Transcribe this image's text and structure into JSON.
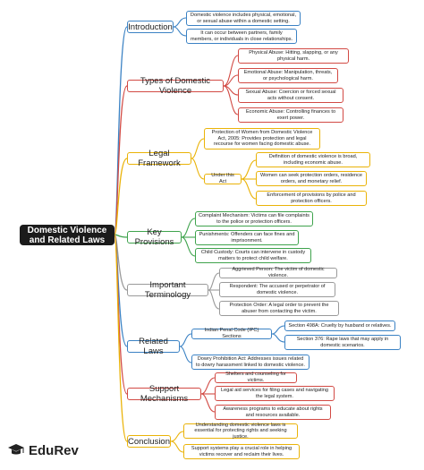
{
  "root": {
    "title": "Domestic Violence and Related Laws"
  },
  "colors": {
    "blue": "#3b82c4",
    "red": "#d24a44",
    "orange": "#eab308",
    "green": "#3fa34d",
    "gray": "#9a9a9a"
  },
  "branches": {
    "introduction": {
      "label": "Introduction",
      "items": [
        "Domestic violence includes physical, emotional, or sexual abuse within a domestic setting.",
        "It can occur between partners, family members, or individuals in close relationships."
      ]
    },
    "types": {
      "label": "Types of Domestic Violence",
      "items": [
        "Physical Abuse: Hitting, slapping, or any physical harm.",
        "Emotional Abuse: Manipulation, threats, or psychological harm.",
        "Sexual Abuse: Coercion or forced sexual acts without consent.",
        "Economic Abuse: Controlling finances to exert power."
      ]
    },
    "legal": {
      "label": "Legal Framework",
      "act": "Protection of Women from Domestic Violence Act, 2005: Provides protection and legal recourse for women facing domestic abuse.",
      "under_label": "Under this Act",
      "items": [
        "Definition of domestic violence is broad, including economic abuse.",
        "Women can seek protection orders, residence orders, and monetary relief.",
        "Enforcement of provisions by police and protection officers."
      ]
    },
    "provisions": {
      "label": "Key Provisions",
      "items": [
        "Complaint Mechanism: Victims can file complaints to the police or protection officers.",
        "Punishments: Offenders can face fines and imprisonment.",
        "Child Custody: Courts can intervene in custody matters to protect child welfare."
      ]
    },
    "terminology": {
      "label": "Important Terminology",
      "items": [
        "Aggrieved Person: The victim of domestic violence.",
        "Respondent: The accused or perpetrator of domestic violence.",
        "Protection Order: A legal order to prevent the abuser from contacting the victim."
      ]
    },
    "related": {
      "label": "Related Laws",
      "ipc": "Indian Penal Code (IPC) Sections",
      "ipc_items": [
        "Section 498A: Cruelty by husband or relatives.",
        "Section 376: Rape laws that may apply in domestic scenarios."
      ],
      "dowry": "Dowry Prohibition Act: Addresses issues related to dowry harassment linked to domestic violence."
    },
    "support": {
      "label": "Support Mechanisms",
      "items": [
        "Shelters and counseling for victims.",
        "Legal aid services for filing cases and navigating the legal system.",
        "Awareness programs to educate about rights and resources available."
      ]
    },
    "conclusion": {
      "label": "Conclusion",
      "items": [
        "Understanding domestic violence laws is essential for protecting rights and seeking justice.",
        "Support systems play a crucial role in helping victims recover and reclaim their lives."
      ]
    }
  },
  "logo": {
    "text": "EduRev",
    "icon": "graduation-cap-icon"
  }
}
